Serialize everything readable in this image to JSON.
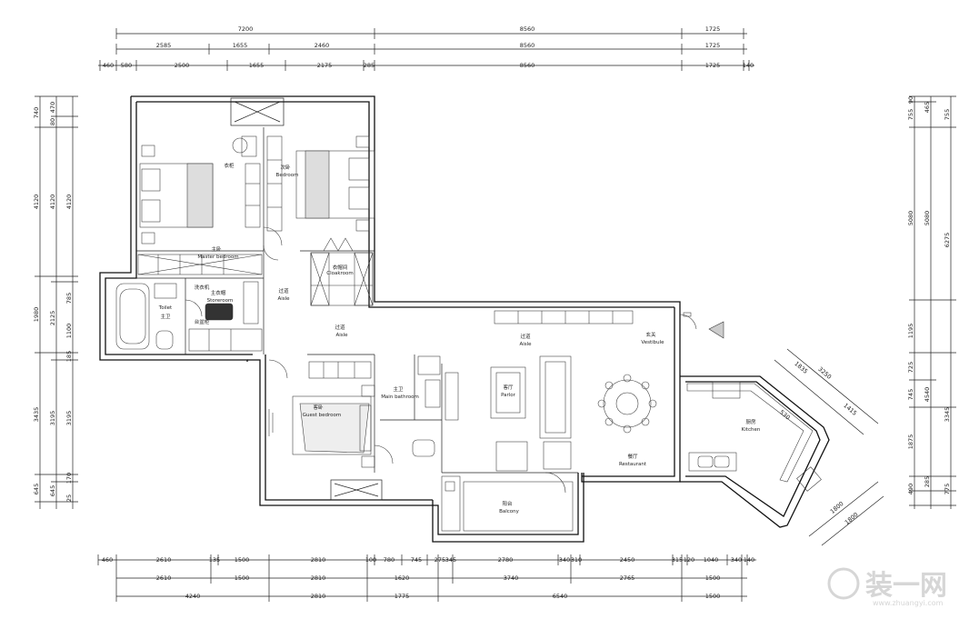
{
  "dimensions": {
    "top_row1": [
      "7200",
      "8560",
      "1725"
    ],
    "top_row2": [
      "2585",
      "1655",
      "2460",
      "8560",
      "1725"
    ],
    "top_row3": [
      "460",
      "580",
      "2500",
      "1655",
      "2175",
      "285",
      "8560",
      "1725",
      "140"
    ],
    "bottom_row1": [
      "460",
      "2610",
      "135",
      "1500",
      "2810",
      "100",
      "780",
      "745",
      "275",
      "345",
      "2780",
      "340",
      "310",
      "2450",
      "315",
      "120",
      "1040",
      "340",
      "140"
    ],
    "bottom_row2": [
      "2610",
      "1500",
      "2810",
      "1620",
      "3740",
      "2765",
      "1500"
    ],
    "bottom_row3": [
      "4240",
      "2810",
      "1775",
      "6540",
      "1500"
    ],
    "left_col1": [
      "740",
      "4120",
      "1980",
      "3435",
      "645"
    ],
    "left_col2": [
      "470",
      "80",
      "4120",
      "785",
      "2125",
      "185",
      "3195",
      "170",
      "645",
      "25"
    ],
    "left_col3": [
      "4120",
      "1100",
      "3195"
    ],
    "right_col1": [
      "90",
      "755",
      "5080",
      "1195",
      "725",
      "745",
      "1875",
      "490"
    ],
    "right_col2": [
      "465",
      "5080",
      "4540",
      "285"
    ],
    "right_col3": [
      "755",
      "6275",
      "3345",
      "775"
    ],
    "kitchen_diag": [
      "1835",
      "3250",
      "1415",
      "530",
      "1800",
      "1800"
    ]
  },
  "rooms": {
    "master_bedroom": {
      "cn": "主卧",
      "en": "Master bedroom"
    },
    "bedroom": {
      "cn": "次卧",
      "en": "Bedroom"
    },
    "cloakroom": {
      "cn": "衣帽间",
      "en": "Cloakroom"
    },
    "storeroom": {
      "cn": "主衣帽",
      "en": "Storeroom"
    },
    "toilet": {
      "cn": "主卫",
      "en": "Toilet"
    },
    "aisle_upper": {
      "cn": "过道",
      "en": "Aisle"
    },
    "aisle_middle": {
      "cn": "过道",
      "en": "Aisle"
    },
    "aisle_living": {
      "cn": "过道",
      "en": "Aisle"
    },
    "guest_bedroom": {
      "cn": "客卧",
      "en": "Guest bedroom"
    },
    "main_bathroom": {
      "cn": "主卫",
      "en": "Main bathroom"
    },
    "parlor": {
      "cn": "客厅",
      "en": "Parlor"
    },
    "restaurant": {
      "cn": "餐厅",
      "en": "Restaurant"
    },
    "vestibule": {
      "cn": "玄关",
      "en": "Vestibule"
    },
    "kitchen": {
      "cn": "厨房",
      "en": "Kitchen"
    },
    "balcony": {
      "cn": "阳台",
      "en": "Balcony"
    },
    "wardrobe_label": {
      "cn": "衣柜",
      "en": ""
    },
    "wash_label": {
      "cn": "洗衣机",
      "en": ""
    },
    "basin_label": {
      "cn": "台盆柜",
      "en": ""
    }
  },
  "watermark": {
    "brand": "装一网",
    "url": "www.zhuangyi.com"
  }
}
